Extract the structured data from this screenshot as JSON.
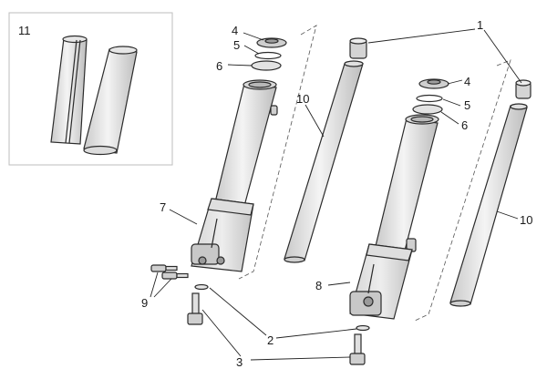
{
  "diagram": {
    "callouts": [
      {
        "id": "c1",
        "label": "1"
      },
      {
        "id": "c2",
        "label": "2"
      },
      {
        "id": "c3",
        "label": "3"
      },
      {
        "id": "c4a",
        "label": "4"
      },
      {
        "id": "c4b",
        "label": "4"
      },
      {
        "id": "c5a",
        "label": "5"
      },
      {
        "id": "c5b",
        "label": "5"
      },
      {
        "id": "c6a",
        "label": "6"
      },
      {
        "id": "c6b",
        "label": "6"
      },
      {
        "id": "c7",
        "label": "7"
      },
      {
        "id": "c8",
        "label": "8"
      },
      {
        "id": "c9",
        "label": "9"
      },
      {
        "id": "c10a",
        "label": "10"
      },
      {
        "id": "c10b",
        "label": "10"
      },
      {
        "id": "c11",
        "label": "11"
      }
    ]
  }
}
